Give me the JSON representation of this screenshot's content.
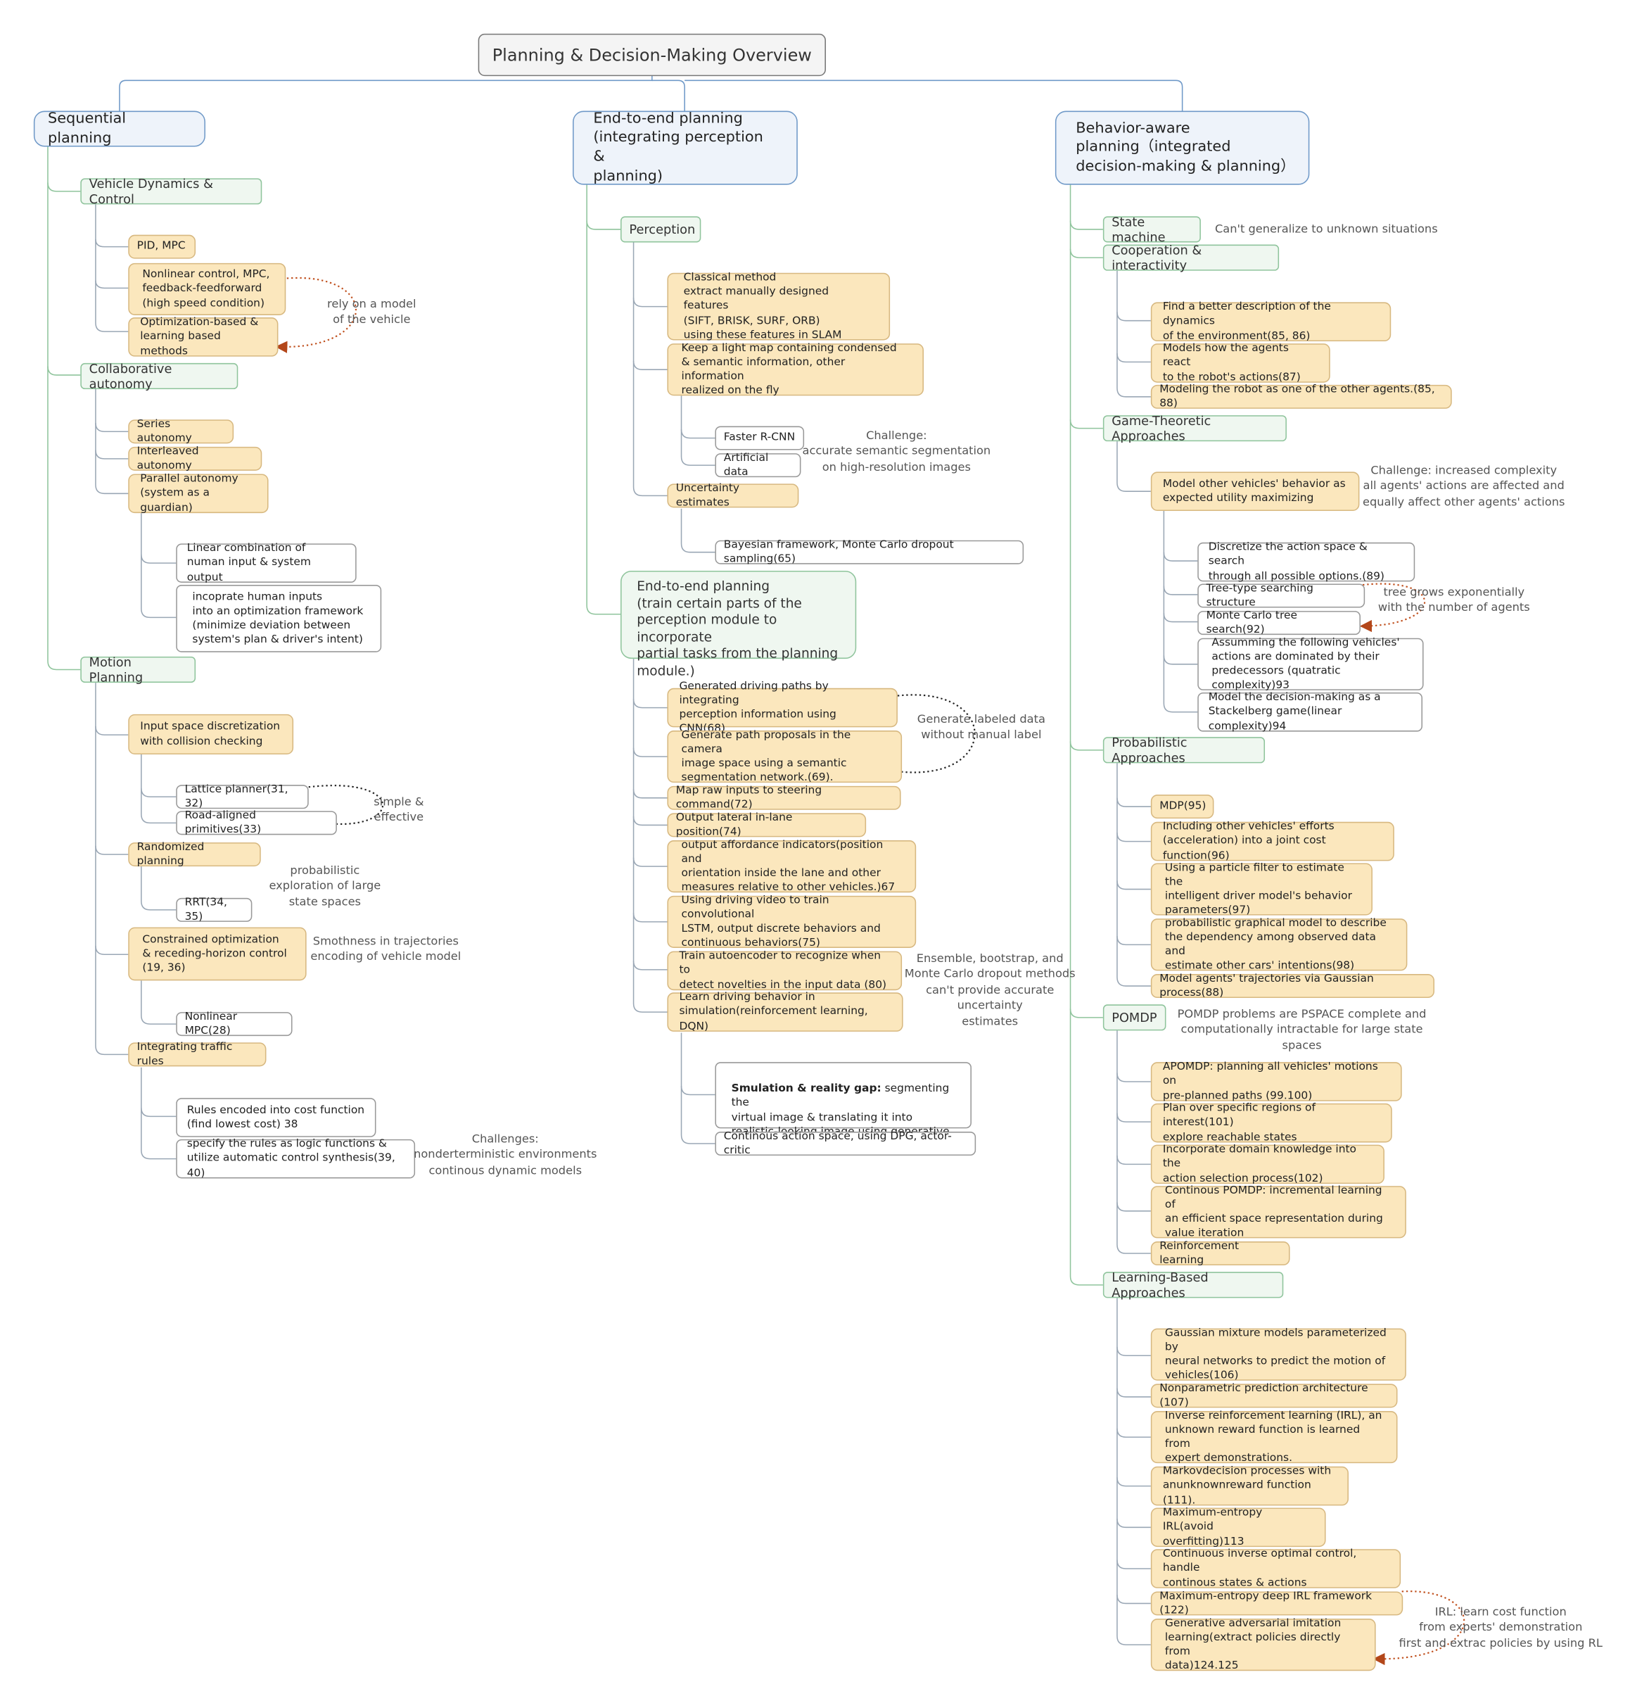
{
  "title": "Planning & Decision-Making Overview",
  "branches": {
    "sequential": {
      "label": "Sequential planning",
      "vdc": {
        "label": "Vehicle Dynamics & Control",
        "items": [
          "PID, MPC",
          "Nonlinear control, MPC,\nfeedback-feedforward\n(high speed condition)",
          "Optimization-based &\nlearning based methods"
        ],
        "note": "rely on a model\nof the vehicle"
      },
      "collab": {
        "label": "Collaborative autonomy",
        "items": [
          "Series autonomy",
          "Interleaved autonomy",
          "Parallel autonomy\n(system as a guardian)"
        ],
        "parallel_children": [
          "Linear combination of\nnuman input & system output",
          "incoprate human inputs\ninto an optimization framework\n(minimize deviation between\nsystem's plan & driver's intent)"
        ]
      },
      "motion": {
        "label": "Motion Planning",
        "discretization": "Input space discretization\nwith collision checking",
        "lattice": "Lattice planner(31, 32)",
        "road": "Road-aligned primitives(33)",
        "simple_note": "simple &\neffective",
        "randomized": "Randomized planning",
        "rrt": "RRT(34, 35)",
        "rrt_note": "probabilistic\nexploration of large\nstate spaces",
        "constrained": "Constrained optimization\n& receding-horizon control\n(19, 36)",
        "constrained_note": "Smothness in trajectories\nencoding of vehicle model",
        "nmpc": "Nonlinear MPC(28)",
        "traffic": "Integrating traffic rules",
        "rules1": "Rules encoded into cost function\n(find lowest cost) 38",
        "rules2": "specify the rules as logic functions &\nutilize automatic control synthesis(39, 40)",
        "rules_note": "Challenges:\nnonderterministic environments\ncontinous dynamic models"
      }
    },
    "e2e": {
      "label": "End-to-end planning\n(integrating perception &\nplanning)",
      "perception": {
        "label": "Perception",
        "classical": "Classical method\nextract manually designed features\n(SIFT, BRISK, SURF, ORB)\nusing these features in SLAM",
        "lightmap": "Keep a light map containing condensed\n & semantic information, other information\nrealized on the fly",
        "frcnn": "Faster R-CNN",
        "artificial": "Artificial data",
        "challenge": "Challenge:\naccurate semantic segmentation\non high-resolution images",
        "uncertainty": "Uncertainty estimates",
        "bayesian": "Bayesian framework, Monte Carlo dropout sampling(65)"
      },
      "planning": {
        "label": "End-to-end planning\n(train certain parts of the\nperception module to incorporate\npartial tasks from the planning\nmodule.)",
        "items": [
          "Generated driving paths by integrating\nperception information using CNN(68)",
          "Generate path proposals in the camera\nimage space using a semantic\nsegmentation network.(69).",
          "Map raw inputs to steering command(72)",
          "Output lateral in-lane position(74)",
          "output affordance indicators(position and\norientation inside the lane and other\nmeasures relative to other vehicles.)67",
          "Using driving video to train convolutional\nLSTM, output discrete behaviors and\ncontinuous behaviors(75)",
          "Train autoencoder to recognize when to\ndetect novelties in the input data (80)",
          "Learn driving behavior in\nsimulation(reinforcement learning, DQN)"
        ],
        "labeled_note": "Generate labeled data\nwithout manual label",
        "ensemble_note": "Ensemble, bootstrap, and\nMonte Carlo dropout methods\ncan't provide accurate uncertainty\nestimates",
        "gap_bold": "Smulation & reality gap:",
        "gap_text": " segmenting the\nvirtual image & translating it into\nrealistic-looking image using generative\nnetwork.",
        "continuous": "Continous action space, using DPG, actor-critic"
      }
    },
    "behavior": {
      "label": "Behavior-aware\nplanning（integrated\ndecision-making & planning）",
      "state_machine": "State machine",
      "state_note": "Can't generalize to unknown situations",
      "coop": {
        "label": "Cooperation & interactivity",
        "items": [
          "Find a better description of the dynamics\nof the environment(85, 86)",
          "Models how the agents react\nto the robot's actions(87)",
          "Modeling the robot as one of the other agents.(85, 88)"
        ]
      },
      "game": {
        "label": "Game-Theoretic Approaches",
        "model": "Model other vehicles'    behavior as\nexpected utility maximizing",
        "challenge": "Challenge: increased complexity\nall agents' actions are affected and\nequally affect other agents' actions",
        "children": [
          "Discretize  the action space & search\nthrough all possible options.(89)",
          "Tree-type searching structure",
          "Monte Carlo tree search(92)",
          "Assumming  the following vehicles'\nactions are dominated by their\npredecessors (quatratic complexity)93",
          "Model the decision-making as a\nStackelberg game(linear complexity)94"
        ],
        "tree_note": "tree grows exponentially\nwith the number of agents"
      },
      "prob": {
        "label": "Probabilistic Approaches",
        "items": [
          "MDP(95)",
          "Including other vehicles' efforts\n(acceleration) into a joint cost function(96)",
          "Using a particle filter to estimate the\nintelligent driver model's behavior\nparameters(97)",
          "probabilistic graphical model to describe\nthe dependency among observed data and\nestimate other cars'    intentions(98)",
          "Model agents' trajectories via Gaussian process(88)"
        ]
      },
      "pomdp": {
        "label": "POMDP",
        "note": "POMDP problems are PSPACE complete and\ncomputationally intractable for large state spaces",
        "items": [
          "APOMDP: planning all vehicles' motions on\npre-planned paths (99.100)",
          "Plan over specific regions of interest(101)\nexplore reachable states",
          "Incorporate domain knowledge into the\naction selection process(102)",
          "Continous POMDP: incremental learning of\nan efficient space representation during\nvalue iteration",
          "Reinforcement learning"
        ]
      },
      "learning": {
        "label": "Learning-Based Approaches",
        "items": [
          "Gaussian mixture models parameterized by\nneural networks to predict the motion of\nvehicles(106)",
          "Nonparametric prediction architecture (107)",
          "Inverse reinforcement learning (IRL), an\nunknown reward function is learned from\nexpert demonstrations.",
          "Markovdecision processes with\nanunknownreward function (111).",
          "Maximum-entropy IRL(avoid\noverfitting)113",
          "Continuous inverse optimal control, handle\ncontinous states & actions",
          "Maximum-entropy deep IRL framework (122)",
          "Generative adversarial imitation\nlearning(extract policies directly from\ndata)124.125"
        ],
        "irl_note": "IRL: learn cost function\nfrom experts' demonstration\nfirst and extrac policies by using RL"
      }
    }
  },
  "colors": {
    "main_border": "#6f99c8",
    "sub_border": "#8fc49c",
    "leaf_fill": "#fbe7bd",
    "arrow": "#c0501e"
  }
}
